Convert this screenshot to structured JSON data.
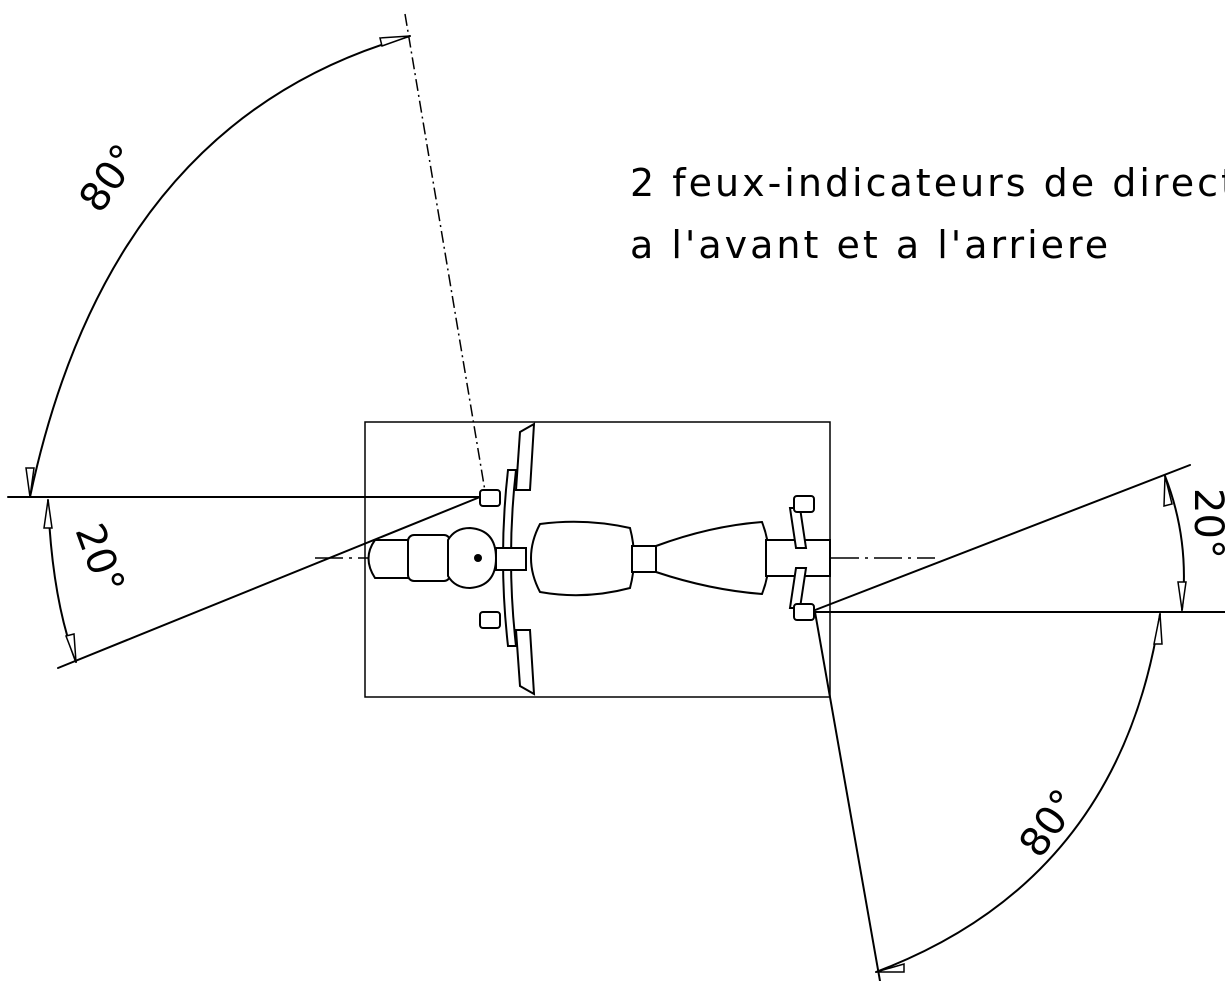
{
  "caption": {
    "line1": "2 feux-indicateurs de direct",
    "line2": "a l'avant et a l'arriere"
  },
  "angles": {
    "front_upper": "80°",
    "front_lower": "20°",
    "rear_upper": "20°",
    "rear_lower": "80°"
  }
}
